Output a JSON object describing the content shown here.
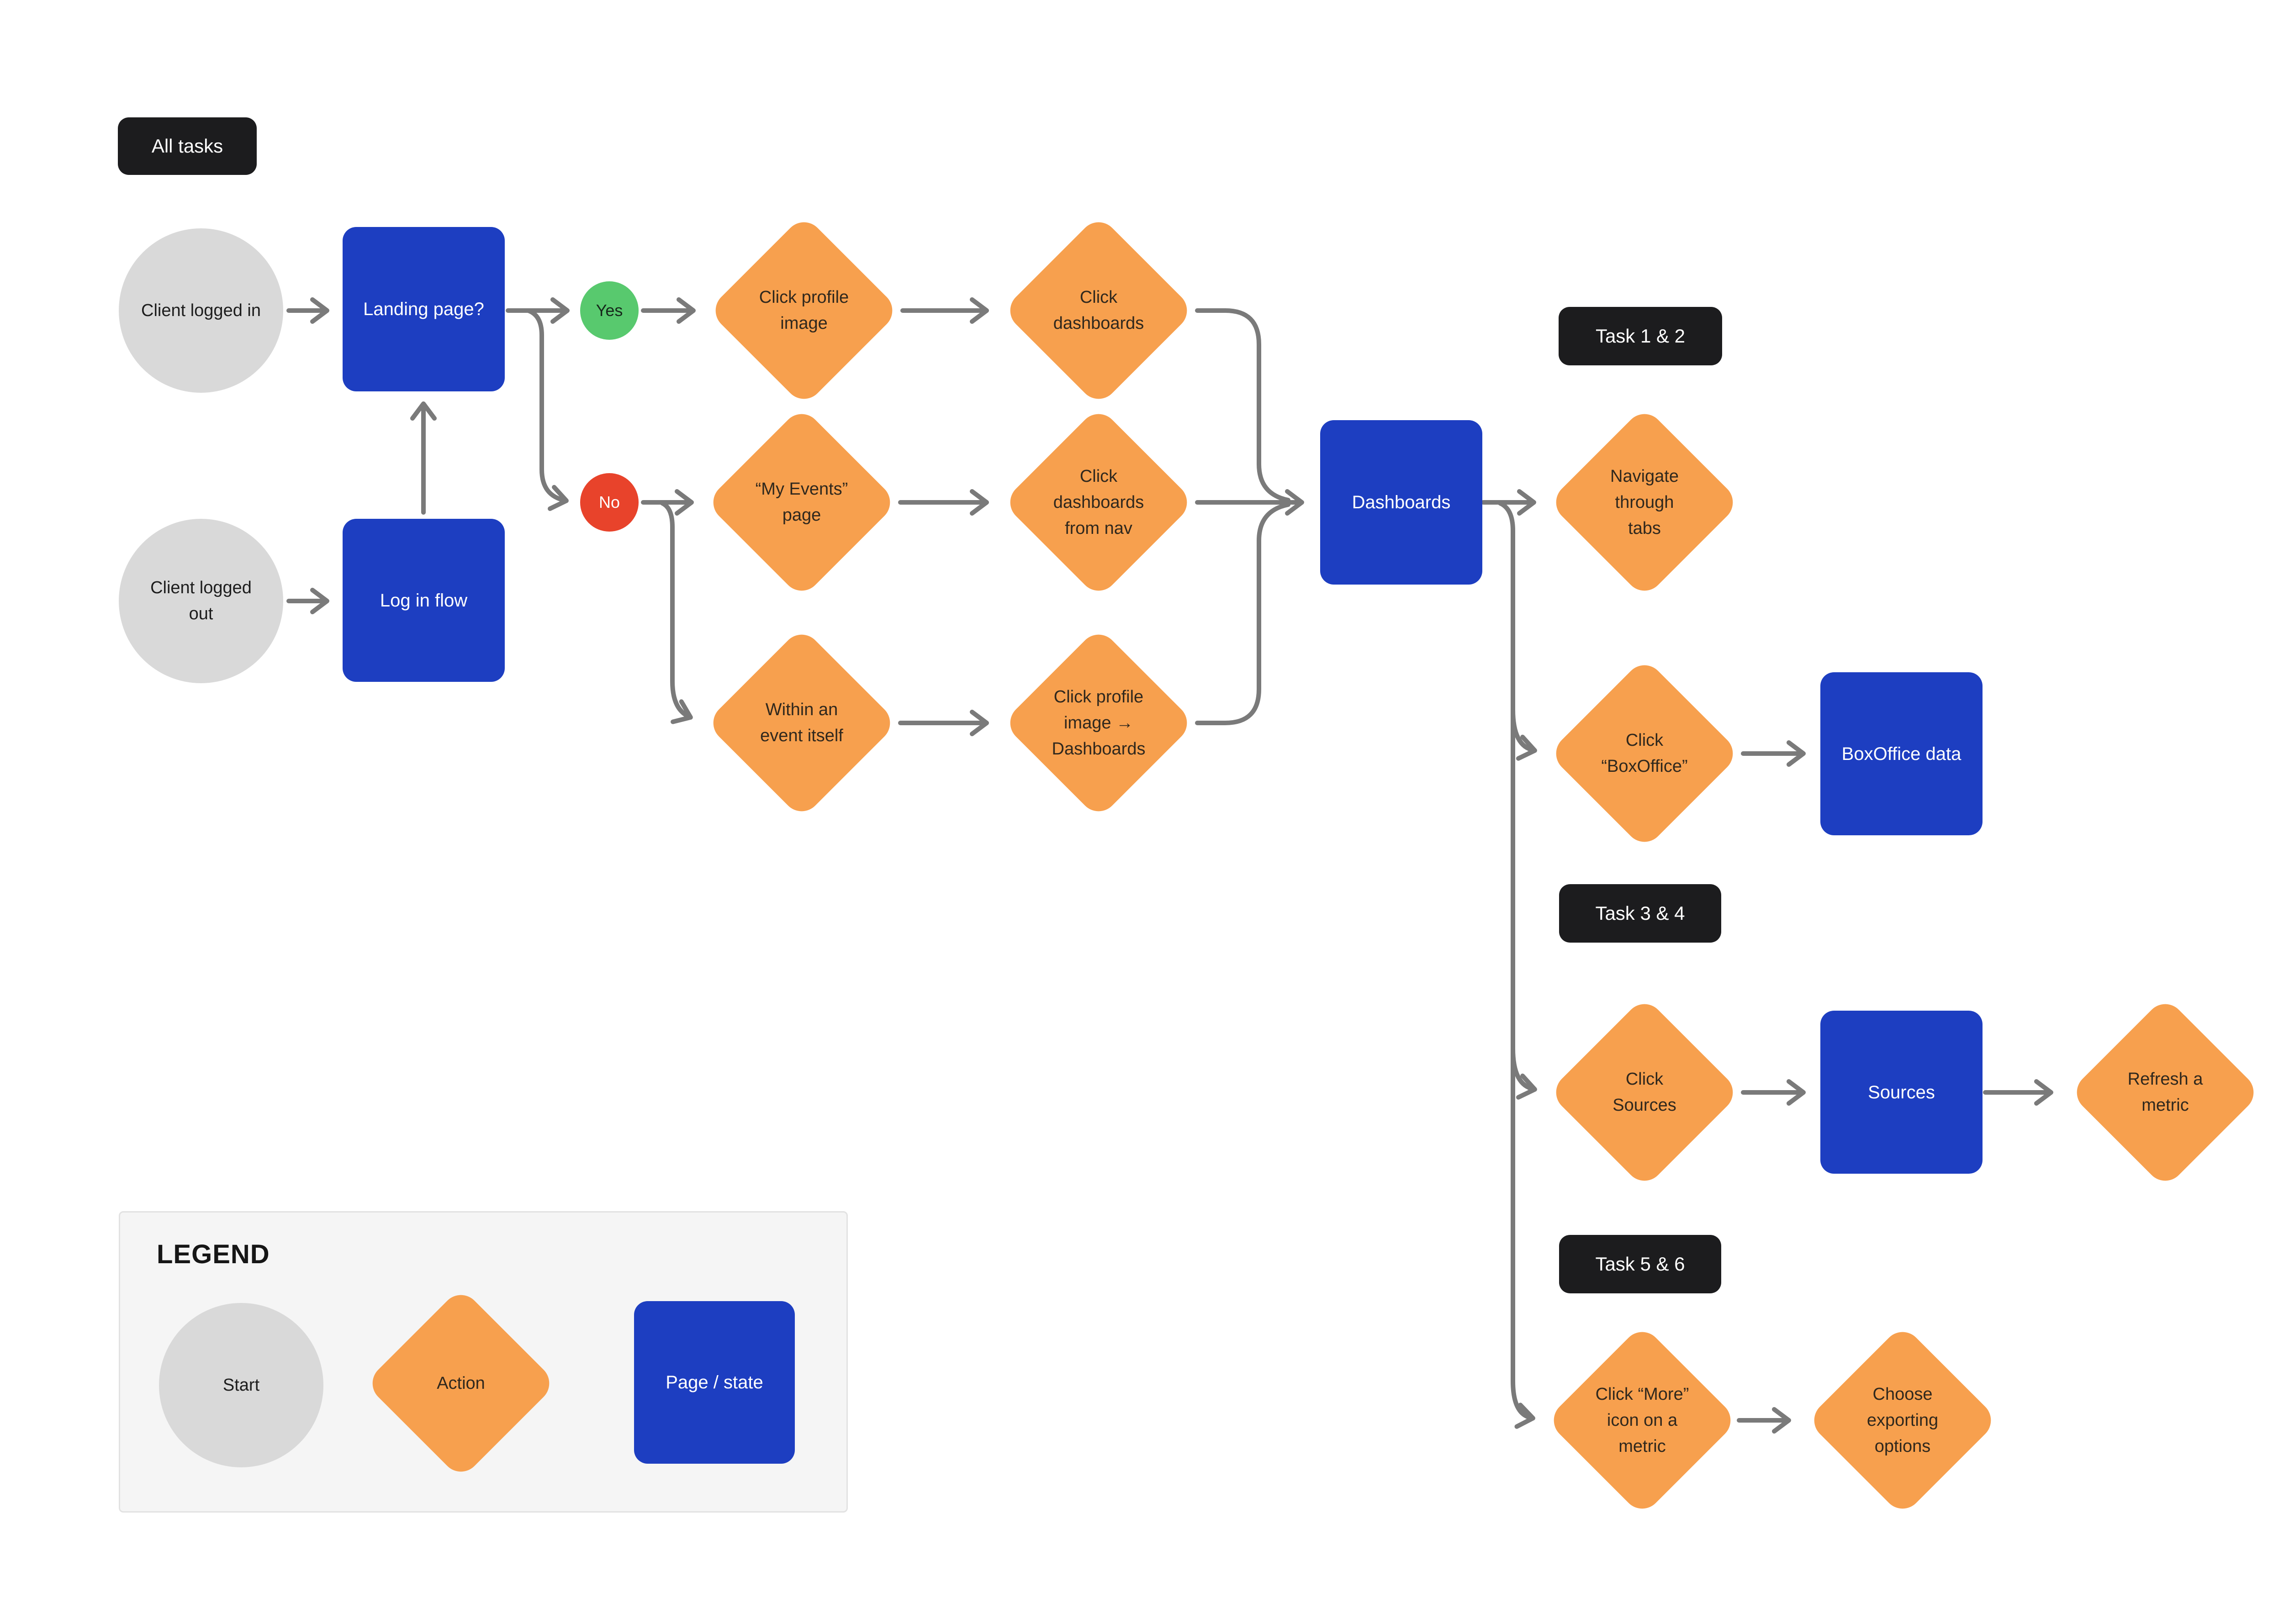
{
  "canvas": {
    "background": "#ffffff"
  },
  "colors": {
    "bg": "#ffffff",
    "orange": "#F7A04E",
    "blue": "#1D3EC1",
    "dark": "#1C1C1E",
    "gray": "#D9D9D9",
    "green": "#58C96E",
    "red": "#E8432B",
    "wire": "#7A7A7A",
    "legend-bg": "#F5F5F5"
  },
  "labels": {
    "all_tasks": "All tasks",
    "task_1_2": "Task 1 & 2",
    "task_3_4": "Task 3 & 4",
    "task_5_6": "Task 5 & 6"
  },
  "nodes": {
    "client_logged_in": "Client logged in",
    "client_logged_out": "Client logged out",
    "landing_page": "Landing page?",
    "log_in_flow": "Log in flow",
    "yes": "Yes",
    "no": "No",
    "click_profile_image": "Click profile image",
    "click_dashboards": "Click dashboards",
    "my_events_page": "“My Events” page",
    "click_dashboards_from_nav": "Click dashboards from nav",
    "within_event": "Within an event itself",
    "click_profile_to_dashboards": "Click profile image → Dashboards",
    "dashboards": "Dashboards",
    "navigate_tabs": "Navigate through tabs",
    "click_boxoffice": "Click “BoxOffice”",
    "boxoffice_data": "BoxOffice data",
    "click_sources": "Click Sources",
    "sources": "Sources",
    "refresh_metric": "Refresh a metric",
    "click_more_icon": "Click “More” icon on a metric",
    "choose_exporting": "Choose exporting options"
  },
  "legend": {
    "title": "LEGEND",
    "start": "Start",
    "action": "Action",
    "page_state": "Page / state"
  }
}
